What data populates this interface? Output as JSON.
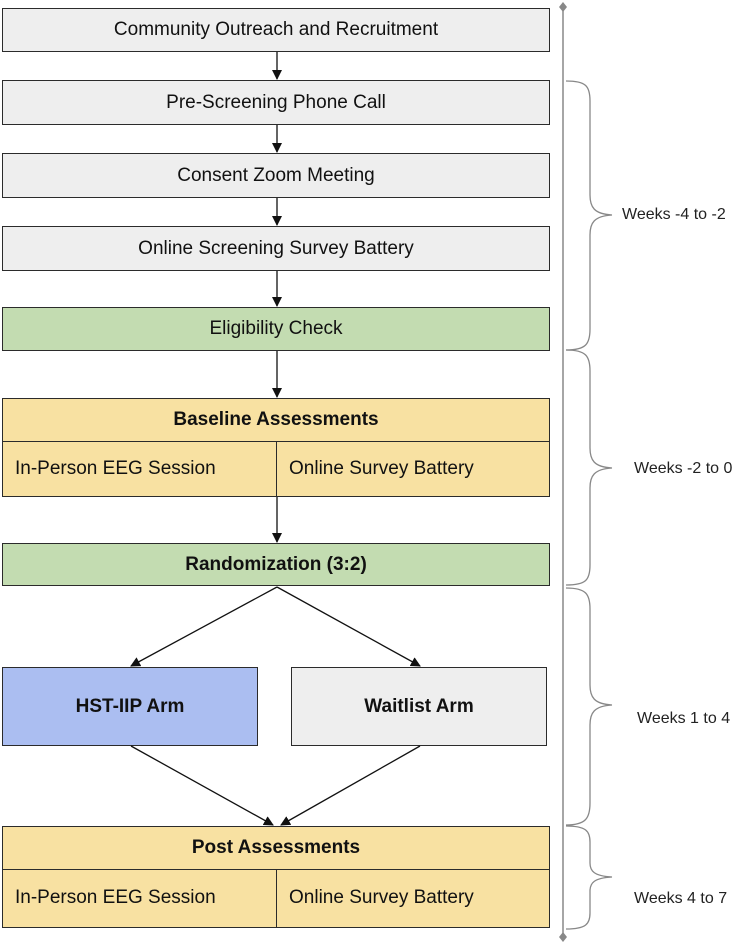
{
  "steps": {
    "outreach": "Community Outreach and Recruitment",
    "prescreen": "Pre-Screening Phone Call",
    "consent": "Consent Zoom Meeting",
    "online_screening": "Online Screening Survey Battery",
    "eligibility": "Eligibility Check",
    "baseline": {
      "title": "Baseline Assessments",
      "left": "In-Person EEG Session",
      "right": "Online Survey Battery"
    },
    "randomization": "Randomization (3:2)",
    "arm_a": "HST-IIP Arm",
    "arm_b": "Waitlist Arm",
    "post": {
      "title": "Post Assessments",
      "left": "In-Person EEG Session",
      "right": "Online Survey Battery"
    }
  },
  "timeline": [
    "Weeks -4 to -2",
    "Weeks -2 to 0",
    "Weeks 1 to 4",
    "Weeks 4 to 7"
  ],
  "colors": {
    "gray": "#eeeeee",
    "green": "#c3dcb1",
    "yellow": "#f8e1a2",
    "blue": "#abbef1"
  }
}
